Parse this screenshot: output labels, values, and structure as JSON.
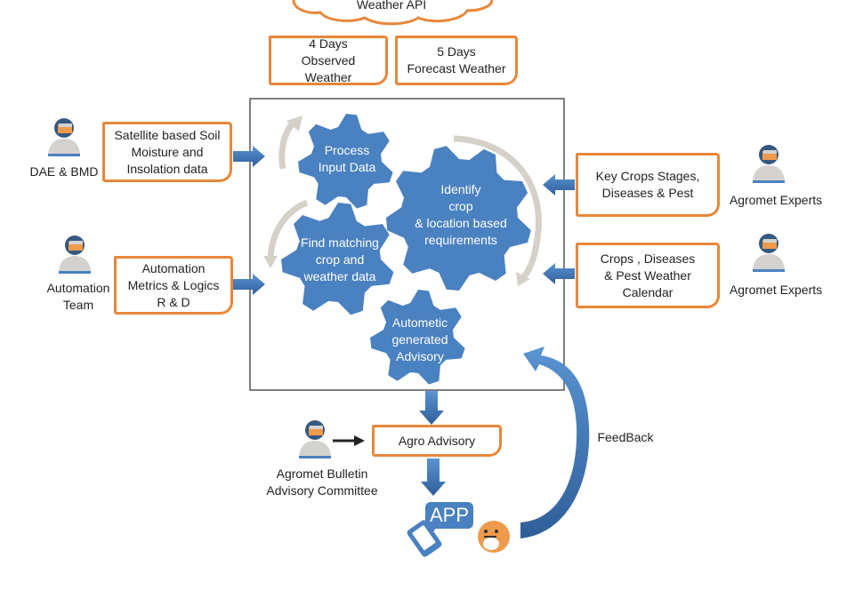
{
  "source": {
    "label": "Weather API"
  },
  "weather_inputs": [
    {
      "label": "4 Days\nObserved Weather"
    },
    {
      "label": "5 Days\nForecast Weather"
    }
  ],
  "left_inputs": [
    {
      "actor": "DAE & BMD",
      "label": "Satellite based Soil\nMoisture and\nInsolation data"
    },
    {
      "actor": "Automation\nTeam",
      "label": "Automation\nMetrics & Logics\nR & D"
    }
  ],
  "right_inputs": [
    {
      "actor": "Agromet Experts",
      "label": "Key Crops Stages,\nDiseases & Pest"
    },
    {
      "actor": "Agromet Experts",
      "label": "Crops , Diseases\n& Pest Weather\nCalendar"
    }
  ],
  "process_steps": [
    {
      "label": "Process\nInput Data"
    },
    {
      "label": "Identify\ncrop\n& location based\nrequirements"
    },
    {
      "label": "Find matching\ncrop and\nweather data"
    },
    {
      "label": "Autometic\ngenerated\nAdvisory"
    }
  ],
  "output": {
    "label": "Agro Advisory",
    "committee": "Agromet Bulletin\nAdvisory Committee"
  },
  "app": {
    "label": "APP"
  },
  "feedback": {
    "label": "FeedBack"
  },
  "colors": {
    "gear": "#4a81c0",
    "box_border": "#e8873a",
    "arrow": "#3f72b0",
    "cycle_arrow": "#d6d1c8",
    "frame": "#555555"
  }
}
